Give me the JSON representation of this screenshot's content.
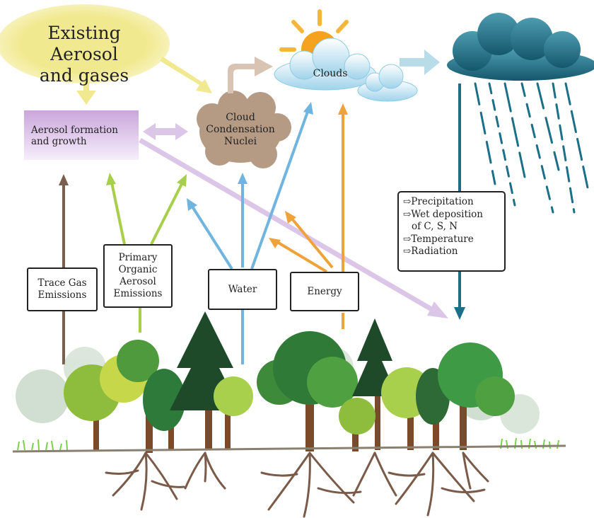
{
  "title": {
    "line1": "Existing Aerosol",
    "line2": "and gases"
  },
  "aerosol_box": {
    "line1": "Aerosol formation",
    "line2": "and growth"
  },
  "ccn": {
    "line1": "Cloud",
    "line2": "Condensation",
    "line3": "Nuclei"
  },
  "clouds_label": "Clouds",
  "sources": {
    "trace_gas": {
      "line1": "Trace Gas",
      "line2": "Emissions"
    },
    "primary": {
      "line1": "Primary",
      "line2": "Organic",
      "line3": "Aerosol",
      "line4": "Emissions"
    },
    "water": "Water",
    "energy": "Energy"
  },
  "effects": {
    "items": [
      "⇨Precipitation",
      "⇨Wet deposition",
      "  of C, S, N",
      "⇨Temperature",
      "⇨Radiation"
    ]
  },
  "colors": {
    "yellow": "#f4ea9a",
    "lavender": "#dcc6e8",
    "brown": "#7a5e4e",
    "green": "#a8cf4c",
    "blue": "#6fb5e0",
    "orange": "#f0a23a",
    "teal": "#1b6f86",
    "ground": "#8a8070"
  }
}
